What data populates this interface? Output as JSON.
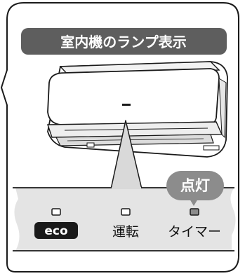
{
  "title": "室内機のランプ表示",
  "lit_bubble_label": "点灯",
  "lamps": [
    {
      "label": "eco",
      "state": "off"
    },
    {
      "label": "運転",
      "state": "off"
    },
    {
      "label": "タイマー",
      "state": "on"
    }
  ],
  "colors": {
    "title_bg": "#5e5e5e",
    "bubble_bg": "#8c8c8c",
    "panel_bg": "#e4e4e4",
    "outline": "#1a1a1a",
    "lamp_lit": "#8c8c8c",
    "lamp_unlit": "#ffffff"
  }
}
